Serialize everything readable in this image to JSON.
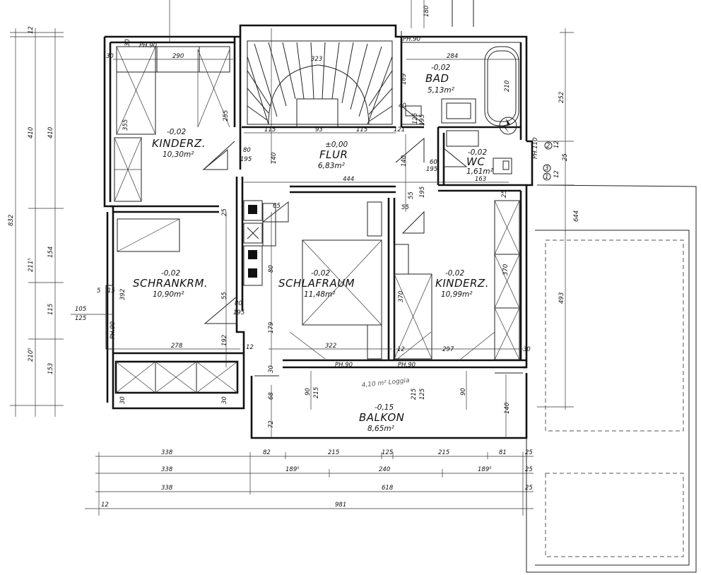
{
  "rooms": [
    {
      "id": "kinderz-1",
      "name": "KINDERZ.",
      "level": "-0,02",
      "area": "10,30m²"
    },
    {
      "id": "flur",
      "name": "FLUR",
      "level": "±0,00",
      "area": "6,83m²"
    },
    {
      "id": "bad",
      "name": "BAD",
      "level": "-0,02",
      "area": "5,13m²"
    },
    {
      "id": "wc",
      "name": "WC",
      "level": "-0,02",
      "area": "1,61m²"
    },
    {
      "id": "schrankrm",
      "name": "SCHRANKRM.",
      "level": "-0,02",
      "area": "10,90m²"
    },
    {
      "id": "schlafraum",
      "name": "SCHLAFRAUM",
      "level": "-0,02",
      "area": "11,48m²"
    },
    {
      "id": "kinderz-2",
      "name": "KINDERZ.",
      "level": "-0,02",
      "area": "10,99m²"
    },
    {
      "id": "balkon",
      "name": "BALKON",
      "level": "-0,15",
      "area": "8,65m²"
    }
  ],
  "dimensions_bottom": {
    "row1": [
      "338",
      "82",
      "215",
      "125",
      "215",
      "81",
      "25"
    ],
    "row2": [
      "338",
      "189⁵",
      "240",
      "189⁵",
      "25"
    ],
    "row3": [
      "338",
      "618",
      "25"
    ],
    "row4": [
      "12",
      "981"
    ]
  },
  "dimensions_left": {
    "total": "832",
    "outer_a": [
      "12",
      "410",
      "211⁵",
      "210⁵"
    ],
    "outer_b": [
      "410",
      "154",
      "115",
      "153"
    ]
  },
  "dimensions_right": {
    "outer": [
      "252",
      "12",
      "12",
      "25",
      "644",
      "493"
    ]
  },
  "labels": {
    "ph90_a": "PH.90",
    "ph90_b": "PH.90",
    "ph90_c": "PH.90",
    "ph90_d": "PH.90",
    "ph90_e": "PH.90",
    "ph110": "PH.110",
    "stair_323": "323",
    "stair_115": "115",
    "stair_93": "93",
    "stair_115b": "115",
    "stair_121": "121",
    "k1_290": "290",
    "k1_255": "255",
    "k1_355": "355",
    "k1_30": "30",
    "k1_30b": "30",
    "bad_284": "284",
    "bad_210": "210",
    "bad_169": "169",
    "bad_40": "40",
    "bad_125": "125",
    "bad_195": "195",
    "flur_80": "80",
    "flur_195": "195",
    "flur_140": "140",
    "flur_60": "60",
    "flur_195b": "195",
    "flur_444": "444",
    "flur_163": "163",
    "flur_140b": "140",
    "schr_278": "278",
    "schr_392": "392",
    "schr_105": "105",
    "schr_125": "125",
    "schr_80": "80",
    "schr_195": "195",
    "schr_55": "55",
    "schr_192": "192",
    "schr_30": "30",
    "schr_30b": "30",
    "schr_5": "5",
    "schr_15": "15",
    "sch_322": "322",
    "sch_179": "179",
    "sch_12": "12",
    "sch_80": "80",
    "sch_65": "65",
    "sch_55": "55",
    "sch_25": "25",
    "k2_297": "297",
    "k2_370": "370",
    "k2_370b": "370",
    "k2_12": "12",
    "k2_30": "30",
    "k2_25": "25",
    "k2_195": "195",
    "k2_55": "55",
    "bal_90": "90",
    "bal_215": "215",
    "bal_90b": "90",
    "bal_215b": "215",
    "bal_125": "125",
    "bal_68": "68",
    "bal_72": "72",
    "bal_140": "140",
    "bal_30": "30",
    "hand_note": "4,10 m² Loggia",
    "circ1": "1",
    "circ2": "2",
    "circ3": "3",
    "top_small": "180"
  }
}
